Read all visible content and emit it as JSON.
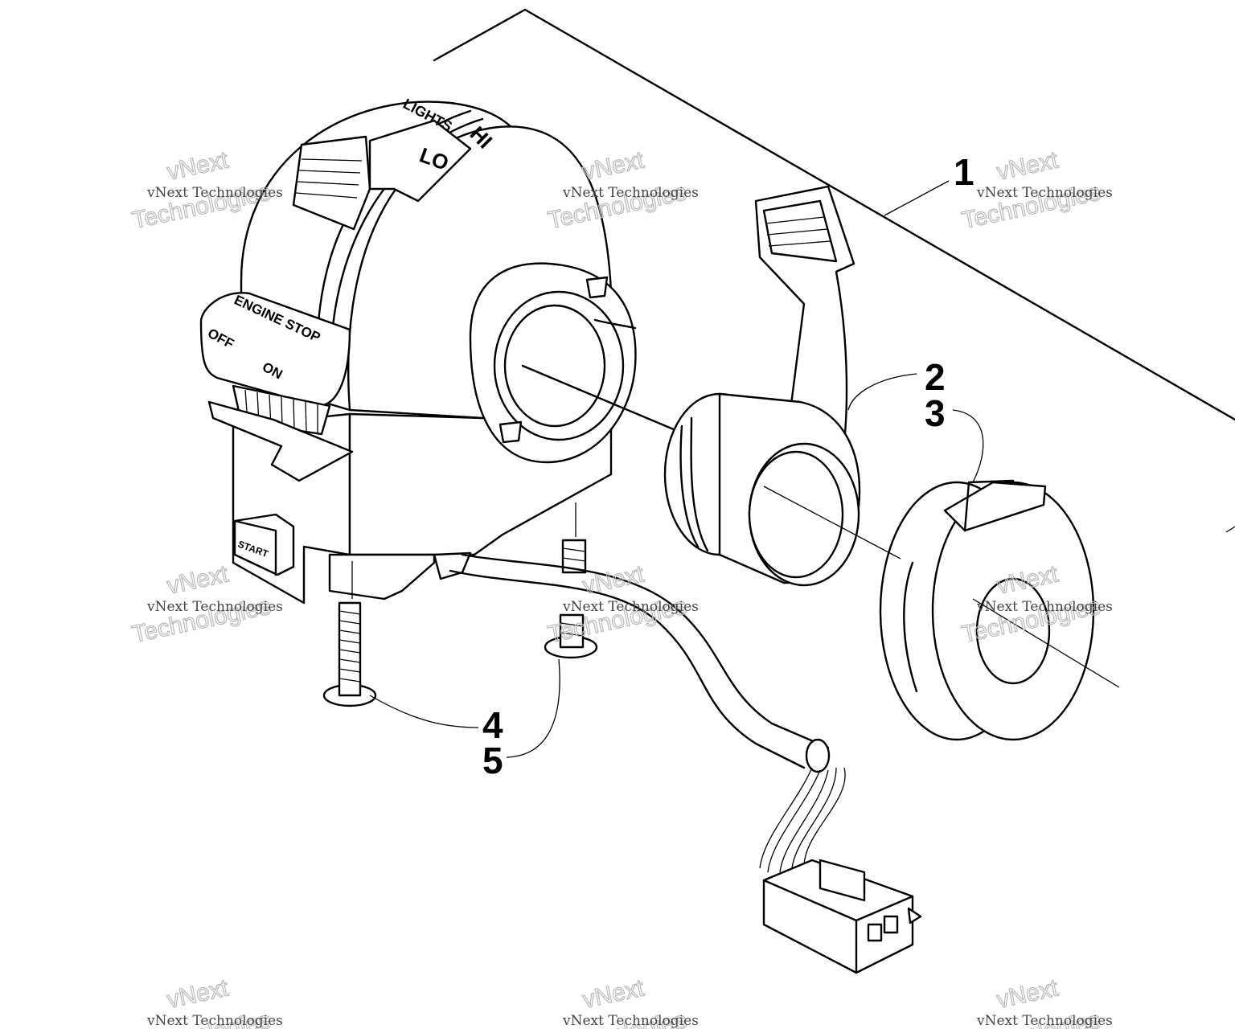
{
  "callouts": [
    "1",
    "2",
    "3",
    "4",
    "5"
  ],
  "switch_labels": {
    "lights": "LIGHTS",
    "hi": "HI",
    "lo": "LO",
    "engine_stop": "ENGINE STOP",
    "off": "OFF",
    "on": "ON",
    "start": "START"
  },
  "watermark": {
    "line1": "vNext Technologies",
    "line2a": "vNext",
    "line2b": "Technologies"
  }
}
